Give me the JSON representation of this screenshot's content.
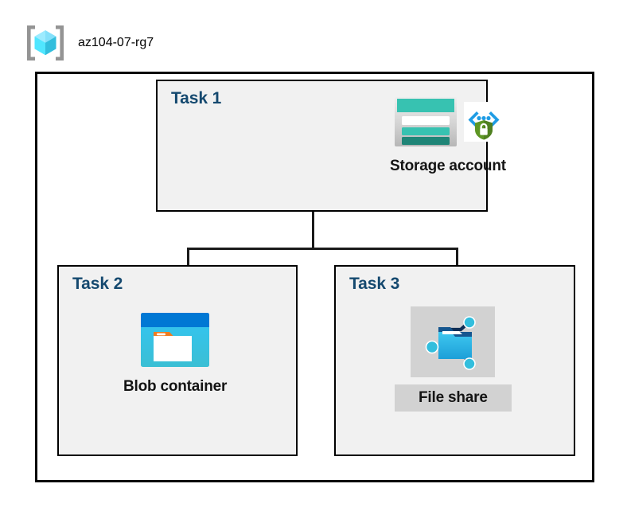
{
  "header": {
    "icon": "resource-group-cube-icon",
    "title": "az104-07-rg7"
  },
  "diagram": {
    "type": "azure-architecture-diagram",
    "container_label": "az104-07-rg7",
    "colors": {
      "task_label": "#15496f",
      "box_fill": "#f1f1f1",
      "box_border": "#000000",
      "connector": "#1a1a1a",
      "highlight": "#d2d2d2",
      "azure_blue": "#0078d4",
      "cyan": "#32bedd",
      "teal": "#37c2b1",
      "green": "#5e9624",
      "orange": "#f78d1e"
    },
    "tasks": [
      {
        "label": "Task 1",
        "resource": {
          "caption": "Storage account",
          "icons": [
            "storage-account-icon",
            "encryption-shield-icon"
          ],
          "highlighted": false
        }
      },
      {
        "label": "Task 2",
        "resource": {
          "caption": "Blob container",
          "icons": [
            "blob-container-icon"
          ],
          "highlighted": false
        }
      },
      {
        "label": "Task 3",
        "resource": {
          "caption": "File share",
          "icons": [
            "file-share-icon"
          ],
          "highlighted": true
        }
      }
    ],
    "connections": [
      {
        "from": "Storage account",
        "to": "Blob container"
      },
      {
        "from": "Storage account",
        "to": "File share"
      }
    ]
  }
}
